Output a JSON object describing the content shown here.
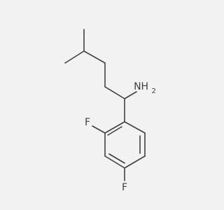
{
  "molecule": {
    "atoms": {
      "amine": "NH",
      "amine_h_count": "2",
      "fluorine_top": "F",
      "fluorine_bottom": "F"
    },
    "colors": {
      "background": "#f2f2f2",
      "bond": "#404040",
      "label": "#404040"
    }
  }
}
